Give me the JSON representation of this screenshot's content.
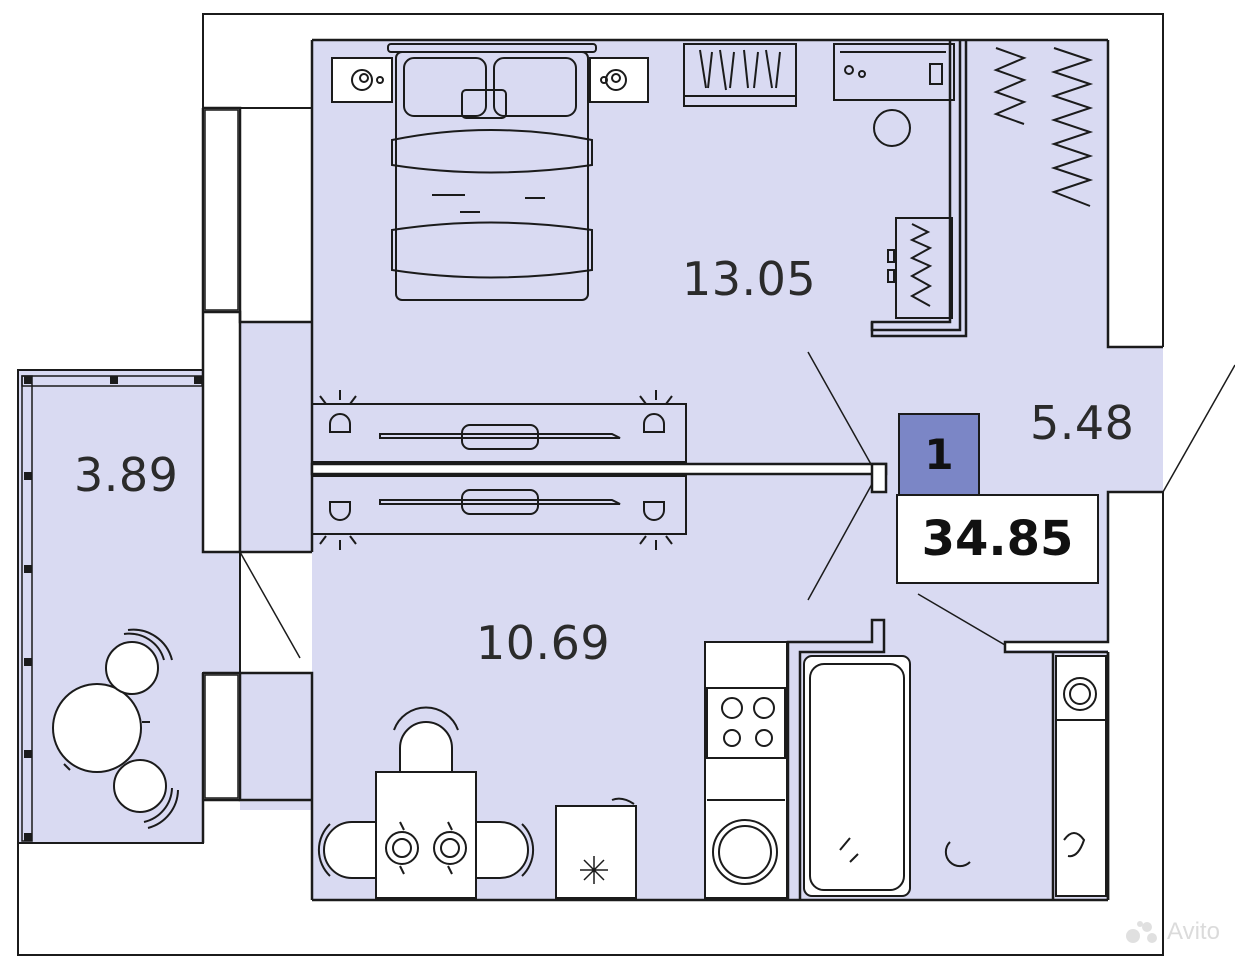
{
  "rooms": {
    "bedroom_area": "13.05",
    "kitchen_area": "10.69",
    "hall_area": "5.48",
    "balcony_area": "3.89"
  },
  "apartment": {
    "rooms_count": "1",
    "total_area": "34.85"
  },
  "watermark": {
    "text": "Avito"
  },
  "colors": {
    "room_fill": "#d9daf2",
    "wall": "#1b1b1b",
    "badge_fill": "#7b86c6"
  }
}
